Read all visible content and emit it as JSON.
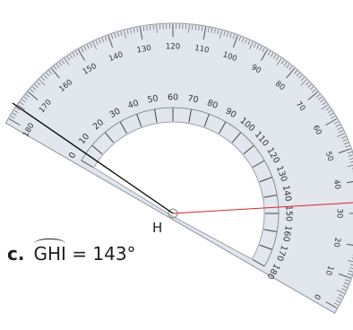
{
  "problem": {
    "label": "c.",
    "angle_name": "GHI",
    "equals": "=",
    "measure": "143°"
  },
  "vertex_label": "H",
  "protractor": {
    "outer_scale": [
      "0",
      "10",
      "20",
      "30",
      "40",
      "50",
      "60",
      "70",
      "80",
      "90",
      "100",
      "110",
      "120",
      "130",
      "140",
      "150",
      "160",
      "170",
      "180"
    ],
    "inner_scale": [
      "180",
      "170",
      "160",
      "150",
      "140",
      "130",
      "120",
      "110",
      "100",
      "90",
      "80",
      "70",
      "60",
      "50",
      "40",
      "30",
      "20",
      "10",
      "0"
    ]
  },
  "colors": {
    "protractor_fill": "#dfe4ec",
    "protractor_edge": "#9aa2ae",
    "ray_black": "#000000",
    "ray_red": "#d9262c"
  }
}
